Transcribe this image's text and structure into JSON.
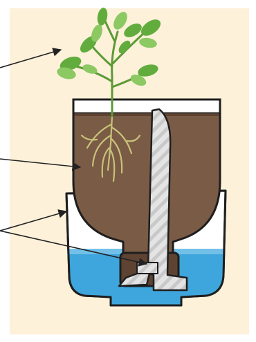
{
  "colors": {
    "background": "#FDF1DA",
    "frame": "#FFFFFF",
    "soil": "#7A5B45",
    "soil_dark": "#5E4332",
    "water": "#3EA6DC",
    "water_light": "#72C0E8",
    "leaf": "#62AC3E",
    "leaf_light": "#8CC963",
    "stem": "#5C9A35",
    "root": "#C8C27A",
    "wick": "#E4E4E4",
    "wick_stripe": "#C9C9C9",
    "cap": "#5E4332",
    "outline": "#1E1E1E",
    "arrow": "#222222"
  },
  "icons": {
    "plant": "seedling-with-leaves",
    "container": "self-watering-bottle-planter",
    "wick": "capillary-wick-strip"
  },
  "labels": {
    "plant": "",
    "soil": "",
    "container": "",
    "wick": ""
  }
}
